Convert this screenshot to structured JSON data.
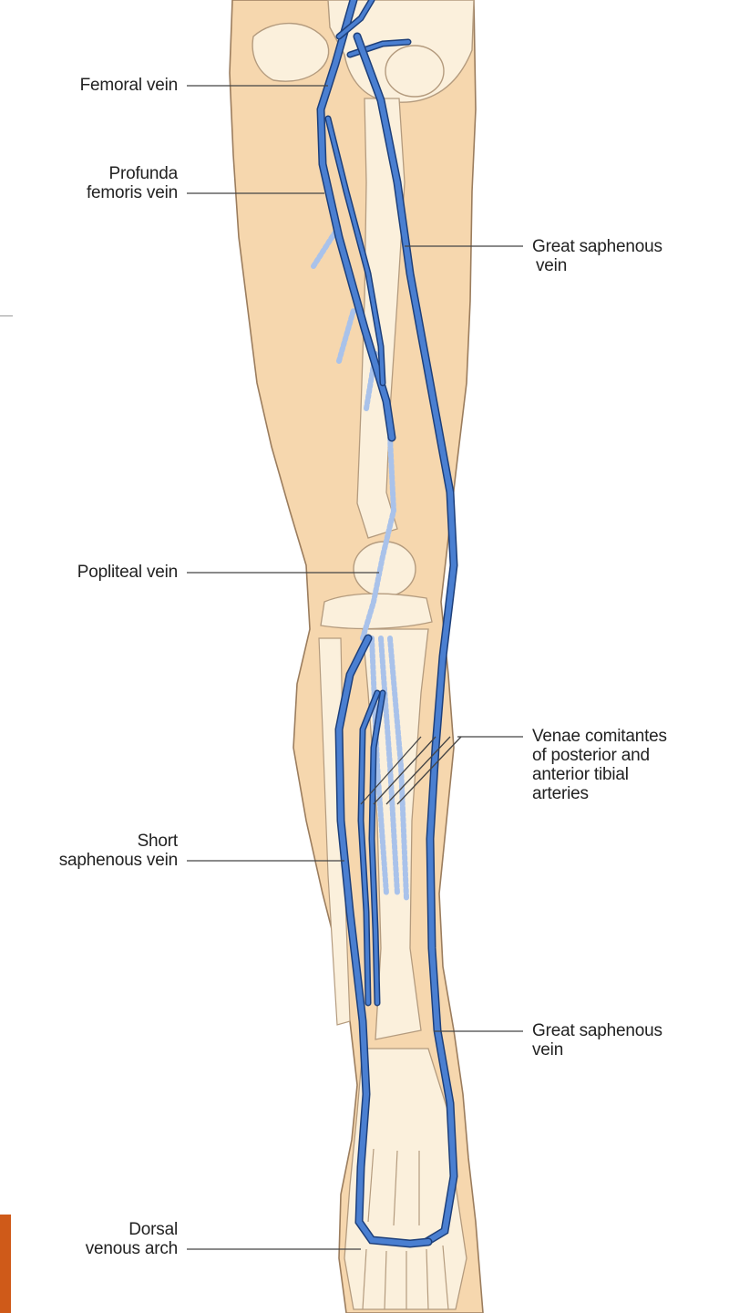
{
  "labels": {
    "femoral_vein": "Femoral vein",
    "profunda_line1": "Profunda",
    "profunda_line2": "femoris vein",
    "gsv_upper_line1": "Great saphenous",
    "gsv_upper_line2": "vein",
    "popliteal_vein": "Popliteal vein",
    "venae_line1": "Venae comitantes",
    "venae_line2": "of posterior and",
    "venae_line3": "anterior tibial",
    "venae_line4": "arteries",
    "short_line1": "Short",
    "short_line2": "saphenous vein",
    "gsv_lower_line1": "Great saphenous",
    "gsv_lower_line2": "vein",
    "dorsal_line1": "Dorsal",
    "dorsal_line2": "venous arch"
  },
  "colors": {
    "skin": "#f6d7ae",
    "skin_outline": "#9b7d5e",
    "bone": "#fbf0dc",
    "bone_outline": "#b49b7e",
    "vein": "#4a7fd1",
    "vein_outline": "#1d3f7a",
    "deep_vein": "#a9c2ea",
    "slide_accent": "#cf5a19"
  }
}
